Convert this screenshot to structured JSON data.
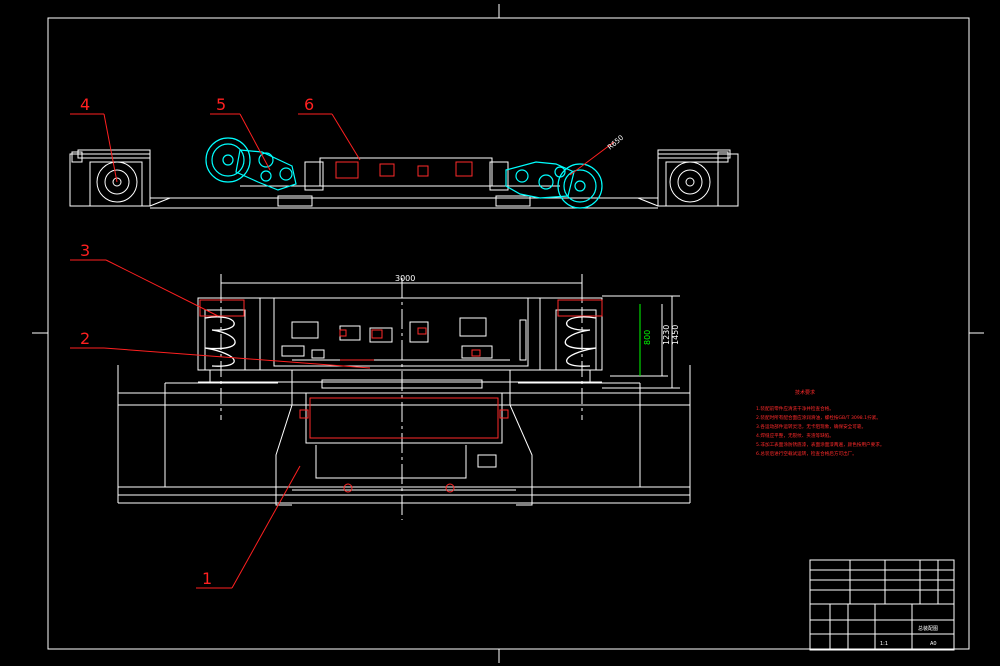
{
  "drawing": {
    "colors": {
      "background": "#000000",
      "line": "#ffffff",
      "leader": "#ff2020",
      "text_red": "#ff2a2a",
      "cyan": "#00ffff",
      "green": "#00ff00",
      "yellow": "#ffff00"
    },
    "balloons": [
      {
        "id": "4",
        "label": "4"
      },
      {
        "id": "5",
        "label": "5"
      },
      {
        "id": "6",
        "label": "6"
      },
      {
        "id": "3",
        "label": "3"
      },
      {
        "id": "2",
        "label": "2"
      },
      {
        "id": "1",
        "label": "1"
      }
    ],
    "dimensions": {
      "width_3000": "3000",
      "height_800": "800",
      "height_1230": "1230",
      "height_1450": "1450",
      "radius": "R650"
    },
    "notes_title": "技术要求",
    "notes": [
      "1.装配前零件应清洗干净并检查合格。",
      "2.装配时所有配合面应涂润滑油，螺栓按GB/T 3098.1拧紧。",
      "3.各运动部件运转灵活，无卡阻现象，确保安全可靠。",
      "4.焊缝应平整，无裂纹、夹渣等缺陷。",
      "5.非加工表面涂防锈底漆，表面涂面漆两遍，颜色按用户要求。",
      "6.总装后进行空载试运转，检查合格后方可出厂。"
    ],
    "title_block": {
      "drawing_name": "总装配图",
      "scale": "1:1",
      "sheet": "A0"
    }
  }
}
